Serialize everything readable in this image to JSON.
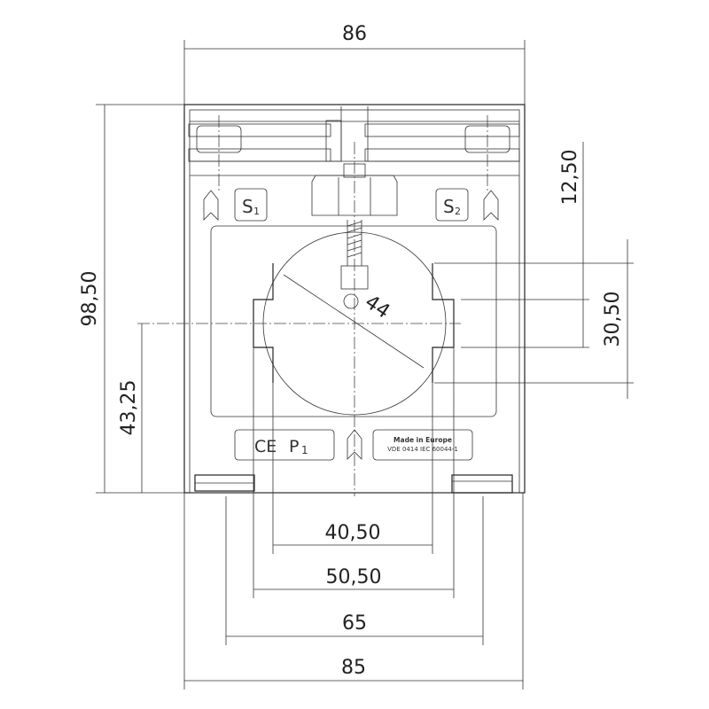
{
  "dimensions": {
    "top_width": "86",
    "total_height": "98,50",
    "center_height": "43,25",
    "upper_offset": "12,50",
    "window_height": "30,50",
    "window_inner_width": "40,50",
    "window_outer_width": "50,50",
    "mounting_width": "65",
    "base_width": "85",
    "diameter": "44"
  },
  "labels": {
    "s1": "S",
    "s1_sub": "1",
    "s2": "S",
    "s2_sub": "2",
    "ce": "CE",
    "p1": "P",
    "p1_sub": "1",
    "made_in": "Made in Europe",
    "standard": "VDE 0414 IEC 60044-1"
  }
}
